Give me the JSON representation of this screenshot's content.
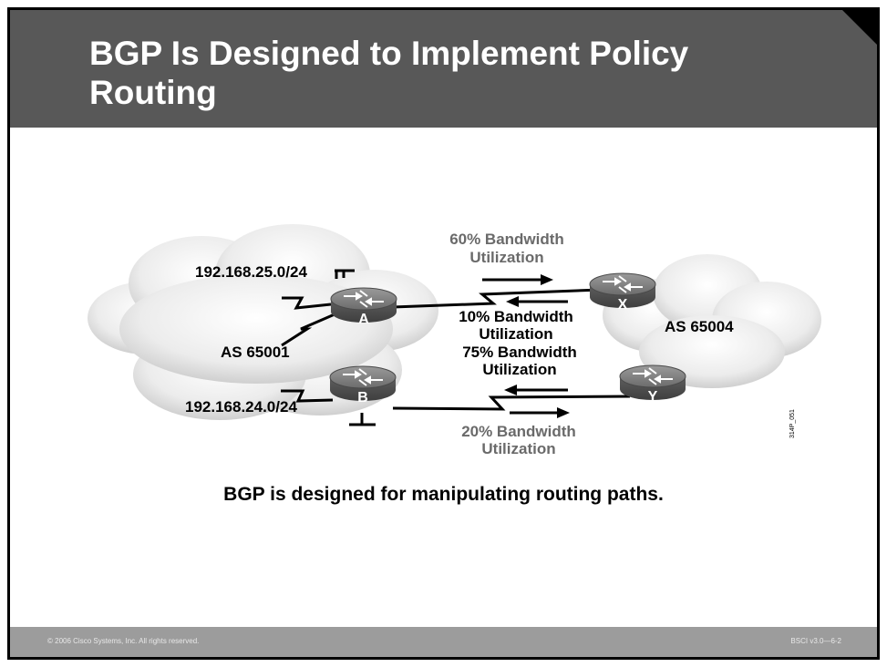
{
  "slide": {
    "title": "BGP Is Designed to Implement Policy Routing",
    "caption": "BGP is designed for manipulating routing paths.",
    "figure_id": "314P_051"
  },
  "diagram": {
    "left_as": "AS 65001",
    "right_as": "AS 65004",
    "network_a": "192.168.25.0/24",
    "network_b": "192.168.24.0/24",
    "routers": {
      "a": "A",
      "b": "B",
      "x": "X",
      "y": "Y"
    },
    "links": {
      "a_x_out": {
        "line1": "60% Bandwidth",
        "line2": "Utilization"
      },
      "a_x_in": {
        "line1": "10% Bandwidth",
        "line2": "Utilization"
      },
      "b_y_in": {
        "line1": "75% Bandwidth",
        "line2": "Utilization"
      },
      "b_y_out": {
        "line1": "20% Bandwidth",
        "line2": "Utilization"
      }
    }
  },
  "footer": {
    "copyright": "© 2006 Cisco Systems, Inc. All rights reserved.",
    "course": "BSCI v3.0—6-2"
  }
}
